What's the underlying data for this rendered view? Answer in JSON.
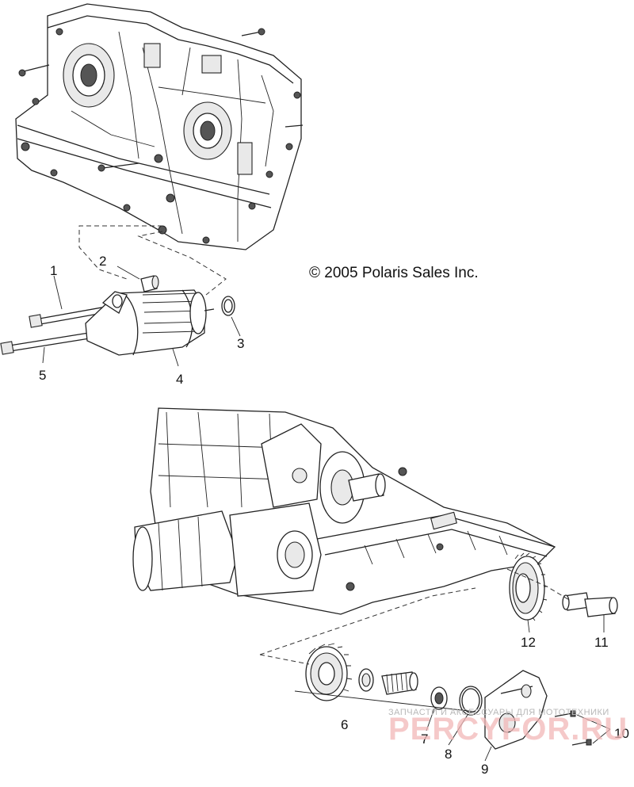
{
  "copyright": "© 2005 Polaris Sales Inc.",
  "watermark": {
    "tagline": "ЗАПЧАСТИ И АКСЕССУАРЫ ДЛЯ МОТОТЕХНИКИ",
    "brand": "PERCYFOR.RU"
  },
  "callouts": [
    {
      "id": "1",
      "label": "1"
    },
    {
      "id": "2",
      "label": "2"
    },
    {
      "id": "3",
      "label": "3"
    },
    {
      "id": "4",
      "label": "4"
    },
    {
      "id": "5",
      "label": "5"
    },
    {
      "id": "6",
      "label": "6"
    },
    {
      "id": "7",
      "label": "7"
    },
    {
      "id": "8",
      "label": "8"
    },
    {
      "id": "9",
      "label": "9"
    },
    {
      "id": "10",
      "label": "10"
    },
    {
      "id": "11",
      "label": "11"
    },
    {
      "id": "12",
      "label": "12"
    }
  ]
}
